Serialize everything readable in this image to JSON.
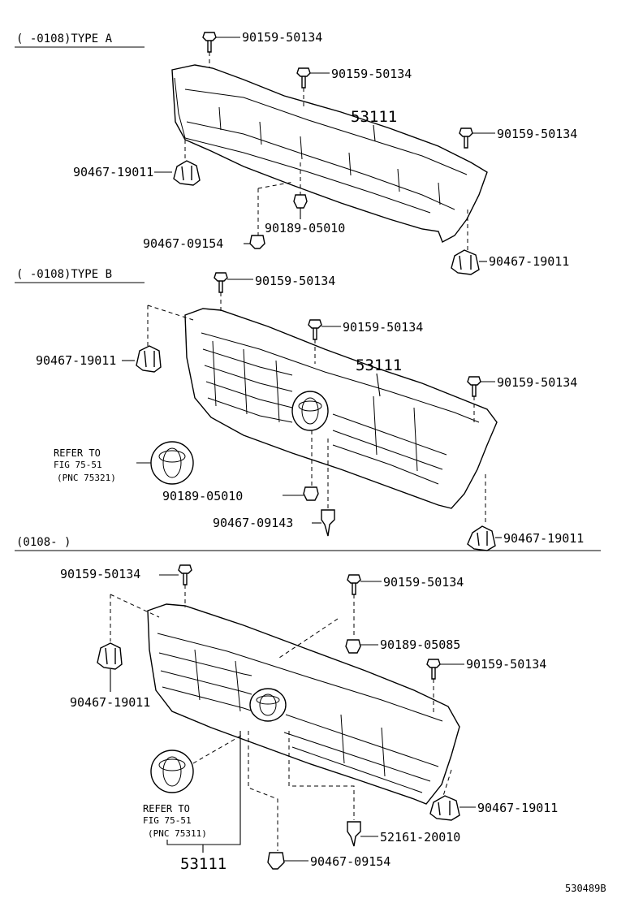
{
  "sections": [
    {
      "header": "(    -0108)TYPE A"
    },
    {
      "header": "(    -0108)TYPE B"
    },
    {
      "header": "(0108-     )"
    }
  ],
  "labels": {
    "a1": "90159-50134",
    "a2": "90159-50134",
    "a3": "90159-50134",
    "a4": "53111",
    "a5": "90467-19011",
    "a6": "90189-05010",
    "a7": "90467-09154",
    "a8": "90467-19011",
    "b1": "90159-50134",
    "b2": "90159-50134",
    "b3": "53111",
    "b4": "90159-50134",
    "b5": "90467-19011",
    "b6": "90189-05010",
    "b7": "90467-09143",
    "b8": "90467-19011",
    "c1": "90159-50134",
    "c2": "90159-50134",
    "c3": "90189-05085",
    "c4": "90159-50134",
    "c5": "90467-19011",
    "c6": "90467-19011",
    "c7": "52161-20010",
    "c8": "90467-09154",
    "c9": "53111"
  },
  "refs": {
    "b": {
      "line1": "REFER TO",
      "line2": "FIG 75-51",
      "line3": "(PNC 75321)"
    },
    "c": {
      "line1": "REFER TO",
      "line2": "FIG 75-51",
      "line3": "(PNC 75311)"
    }
  },
  "figure_id": "530489B"
}
